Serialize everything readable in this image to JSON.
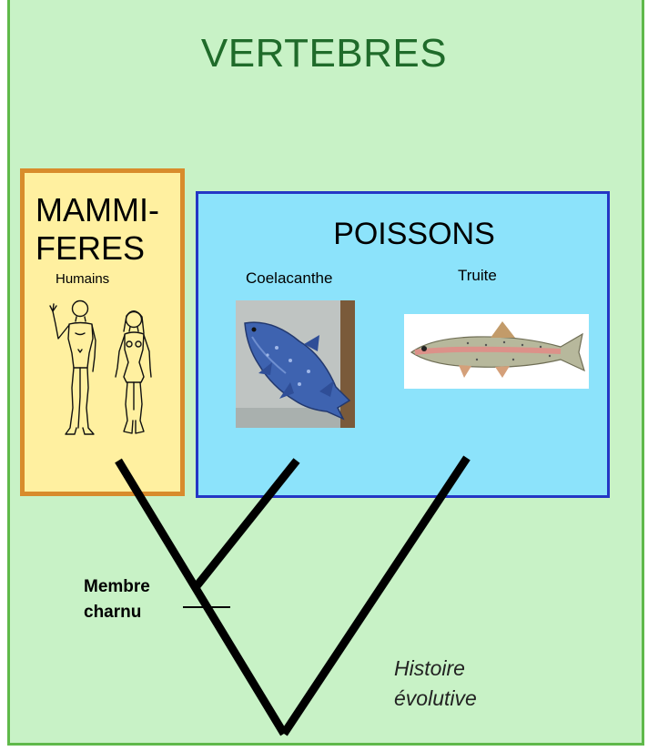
{
  "diagram": {
    "title": "VERTEBRES",
    "groups": {
      "mammals": {
        "title_lines": [
          "MAMMI-",
          "FERES"
        ],
        "species": "Humains"
      },
      "fish": {
        "title": "POISSONS",
        "species": [
          "Coelacanthe",
          "Truite"
        ]
      }
    },
    "character": {
      "lines": [
        "Membre",
        "charnu"
      ]
    },
    "time_axis": {
      "lines": [
        "Histoire",
        "évolutive"
      ]
    }
  },
  "colors": {
    "background": "#c8f2c6",
    "frame_border": "#5fb94a",
    "title": "#1f6b2a",
    "mammals_fill": "#fff0a0",
    "mammals_border": "#d88c2c",
    "fish_fill": "#8ce3fb",
    "fish_border": "#2437c5",
    "tree": "#000000"
  },
  "icons": [
    "human-figures-drawing",
    "coelacanth-photo",
    "trout-illustration"
  ]
}
